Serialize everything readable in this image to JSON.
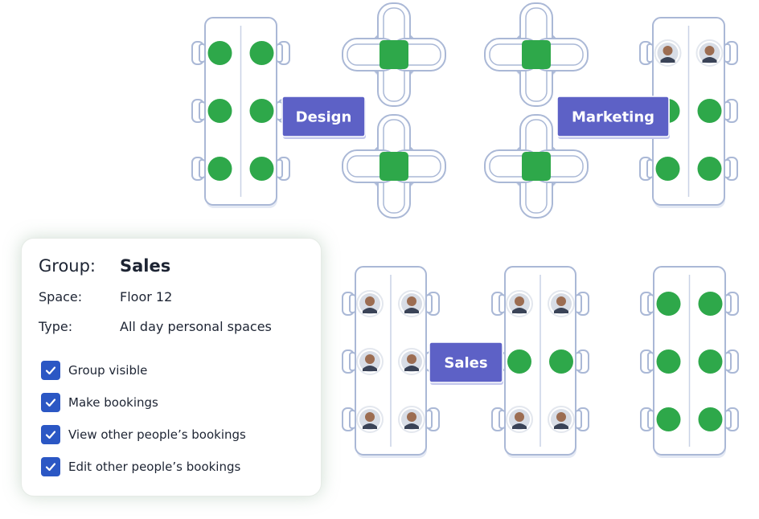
{
  "colors": {
    "table_outline": "#aab8d6",
    "free_seat": "#2ea84a",
    "team_label_bg": "#5d61c6",
    "team_label_text": "#ffffff",
    "checkbox": "#2b57c4",
    "text": "#1d2433"
  },
  "team_labels": {
    "design": "Design",
    "marketing": "Marketing",
    "sales": "Sales"
  },
  "group_panel": {
    "group_label": "Group:",
    "group_value": "Sales",
    "space_label": "Space:",
    "space_value": "Floor 12",
    "type_label": "Type:",
    "type_value": "All day personal spaces",
    "permissions": [
      {
        "label": "Group visible",
        "checked": true
      },
      {
        "label": "Make bookings",
        "checked": true
      },
      {
        "label": "View other people’s bookings",
        "checked": true
      },
      {
        "label": "Edit other people’s bookings",
        "checked": true
      }
    ]
  }
}
